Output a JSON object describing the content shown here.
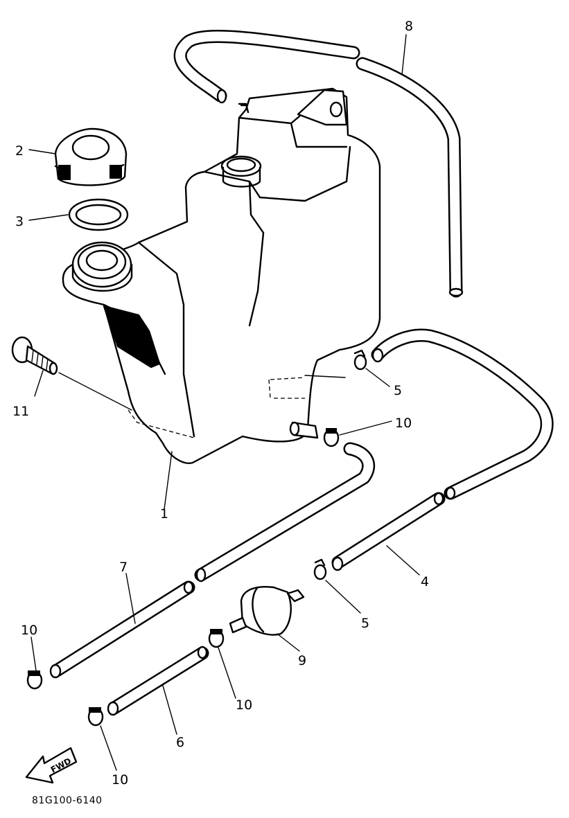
{
  "labels": {
    "tank": "1",
    "cap": "2",
    "seal": "3",
    "hose_4": "4",
    "clip_5_upper": "5",
    "clip_5_lower": "5",
    "hose_6": "6",
    "hose_7": "7",
    "breather_hose_8": "8",
    "valve_9": "9",
    "clamp_10_tank": "10",
    "clamp_10_left": "10",
    "clamp_10_middle": "10",
    "clamp_10_bottom": "10",
    "bolt_11": "11"
  },
  "fwd_arrow": "FWD",
  "diagram_code": "81G100-6140"
}
